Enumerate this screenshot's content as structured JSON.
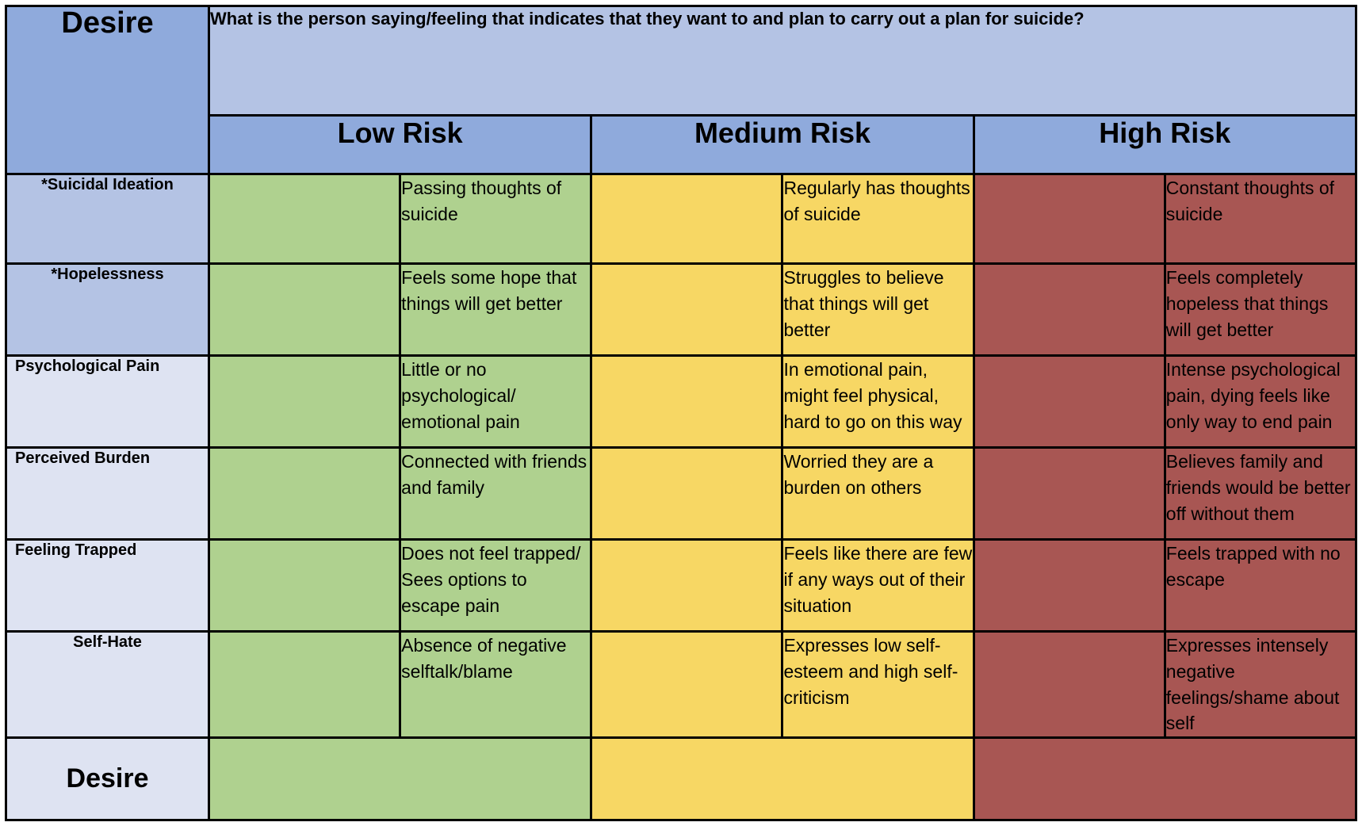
{
  "header": {
    "corner_label": "Desire",
    "question": "What is the person saying/feeling that indicates that they want to and plan to carry out a plan for suicide?",
    "risk_levels": [
      "Low Risk",
      "Medium Risk",
      "High Risk"
    ]
  },
  "colors": {
    "header_blue": "#8FAADC",
    "label_blue_medium": "#B4C3E4",
    "label_blue_light": "#DEE3F2",
    "low_risk_green": "#AFD18F",
    "medium_risk_yellow": "#F7D764",
    "high_risk_red": "#A85653",
    "border": "#000000"
  },
  "rows": [
    {
      "label": "*Suicidal Ideation",
      "low": "Passing thoughts of suicide",
      "medium": "Regularly has thoughts of suicide",
      "high": "Constant thoughts of suicide"
    },
    {
      "label": "*Hopelessness",
      "low": "Feels some hope that things will get better",
      "medium": "Struggles to believe that things will get better",
      "high": "Feels completely hopeless that things will get better"
    },
    {
      "label": "Psychological Pain",
      "low": "Little or no psychological/ emotional pain",
      "medium": "In emotional pain, might feel physical, hard to go on this way",
      "high": "Intense psychological pain, dying feels like only way to end pain"
    },
    {
      "label": "Perceived Burden",
      "low": "Connected with friends and family",
      "medium": "Worried they are a burden on others",
      "high": "Believes family and friends would be better off without them"
    },
    {
      "label": "Feeling Trapped",
      "low": "Does not feel trapped/ Sees options to escape pain",
      "medium": "Feels like there are few if any ways out of their situation",
      "high": "Feels trapped with no escape"
    },
    {
      "label": "Self-Hate",
      "low": "Absence of negative selftalk/blame",
      "medium": "Expresses low self-esteem and high self-criticism",
      "high": "Expresses intensely negative feelings/shame about self"
    }
  ],
  "summary_row": {
    "label": "Desire",
    "low": "",
    "medium": "",
    "high": ""
  }
}
